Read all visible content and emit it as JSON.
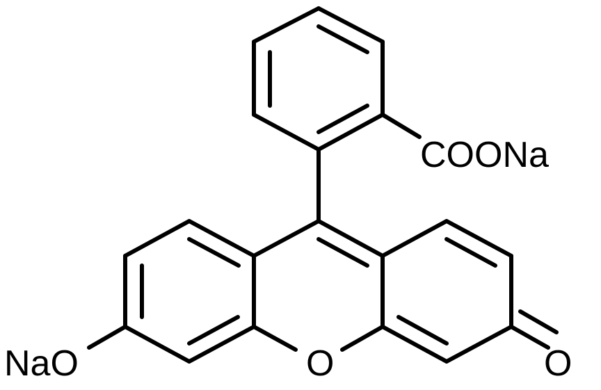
{
  "labels": {
    "carboxylate": "COONa",
    "phenoxide": "NaO",
    "ring_oxygen": "O",
    "carbonyl_oxygen": "O"
  },
  "colors": {
    "bond": "#000000",
    "background": "#ffffff"
  }
}
